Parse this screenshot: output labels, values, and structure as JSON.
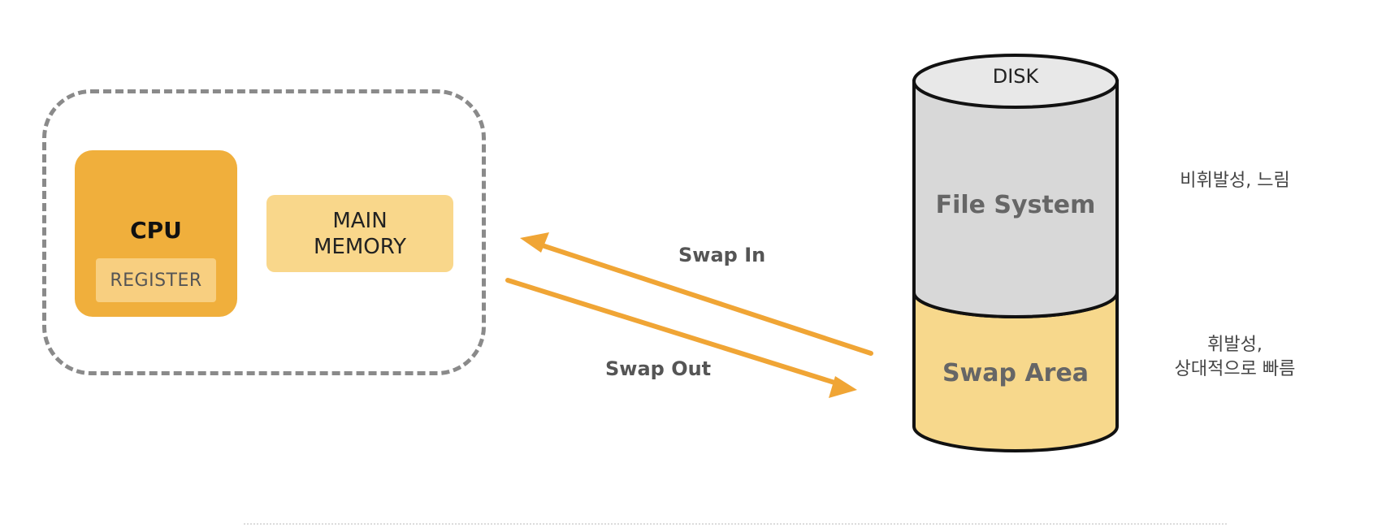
{
  "cpu": {
    "label": "CPU",
    "register_label": "REGISTER"
  },
  "main_memory": {
    "line1": "MAIN",
    "line2": "MEMORY"
  },
  "swap": {
    "in_label": "Swap In",
    "out_label": "Swap Out"
  },
  "disk": {
    "title": "DISK",
    "file_system_label": "File System",
    "swap_area_label": "Swap Area"
  },
  "notes": {
    "file_system": "비휘발성, 느림",
    "swap_area_line1": "휘발성,",
    "swap_area_line2": "상대적으로 빠름"
  },
  "colors": {
    "cpu": "#f0af3c",
    "register": "#f8cf80",
    "memory": "#f9d78b",
    "arrow": "#f0a535",
    "disk_top": "#d8d8d8",
    "swap_area": "#f7d88c"
  }
}
